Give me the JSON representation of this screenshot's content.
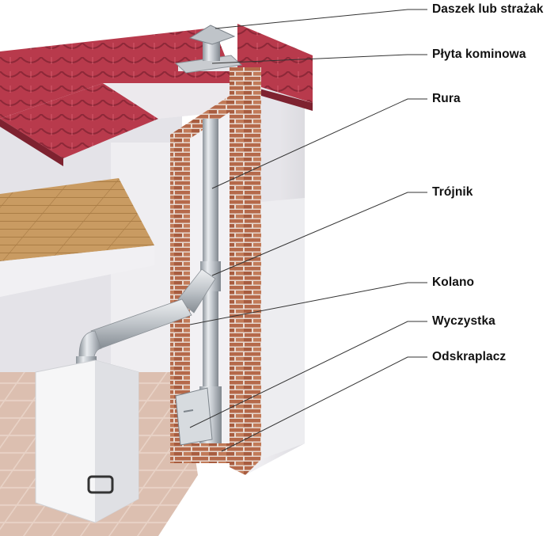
{
  "diagram": {
    "labels": [
      {
        "id": "cap",
        "text": "Daszek lub strażak"
      },
      {
        "id": "plate",
        "text": "Płyta kominowa"
      },
      {
        "id": "pipe",
        "text": "Rura"
      },
      {
        "id": "tee",
        "text": "Trójnik"
      },
      {
        "id": "elbow",
        "text": "Kolano"
      },
      {
        "id": "cleanout",
        "text": "Wyczystka"
      },
      {
        "id": "condensate",
        "text": "Odskraplacz"
      }
    ]
  },
  "colors": {
    "roof": "#b83a4c",
    "brick": "#b5694a",
    "wall": "#ecebee",
    "floor": "#caa06a",
    "steel": "#c6cbd1",
    "leader": "#333333"
  }
}
